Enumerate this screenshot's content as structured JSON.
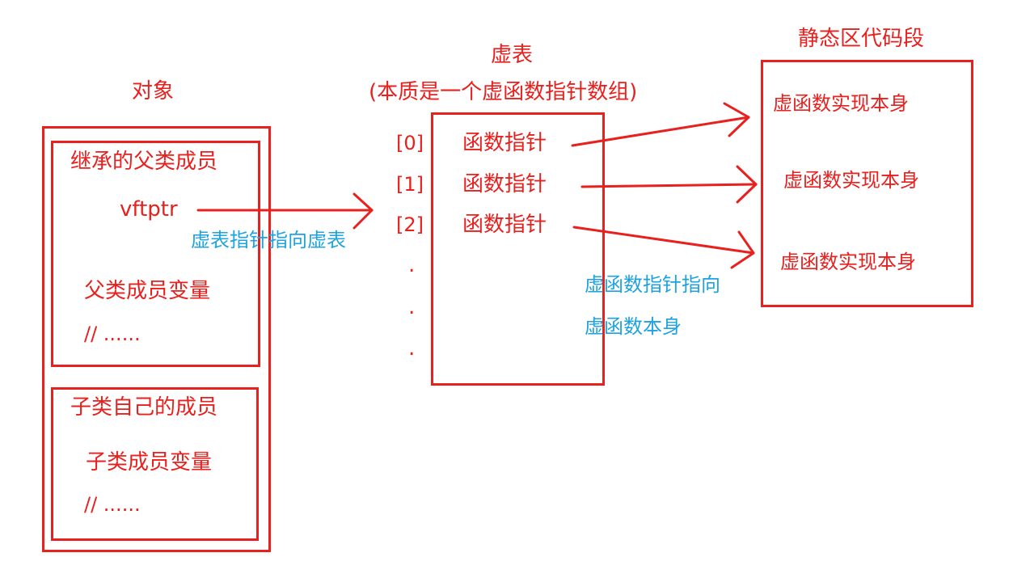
{
  "object": {
    "title": "对象",
    "inherited_section": {
      "title": "继承的父类成员",
      "vptr_label": "vftptr",
      "member_vars": "父类成员变量",
      "ellipsis": "// ......"
    },
    "own_section": {
      "title": "子类自己的成员",
      "member_vars": "子类成员变量",
      "ellipsis": "// ......"
    }
  },
  "vtable": {
    "title": "虚表",
    "subtitle": "(本质是一个虚函数指针数组)",
    "entries": [
      {
        "index": "[0]",
        "label": "函数指针"
      },
      {
        "index": "[1]",
        "label": "函数指针"
      },
      {
        "index": "[2]",
        "label": "函数指针"
      }
    ],
    "dots": [
      ".",
      ".",
      "."
    ]
  },
  "code_segment": {
    "title": "静态区代码段",
    "items": [
      "虚函数实现本身",
      "虚函数实现本身",
      "虚函数实现本身"
    ]
  },
  "annotations": {
    "vptr_points_to": "虚表指针指向虚表",
    "func_ptr_points_to_line1": "虚函数指针指向",
    "func_ptr_points_to_line2": "虚函数本身"
  },
  "colors": {
    "primary": "#e8201e",
    "annotation": "#1fa3e0",
    "background": "#ffffff"
  }
}
